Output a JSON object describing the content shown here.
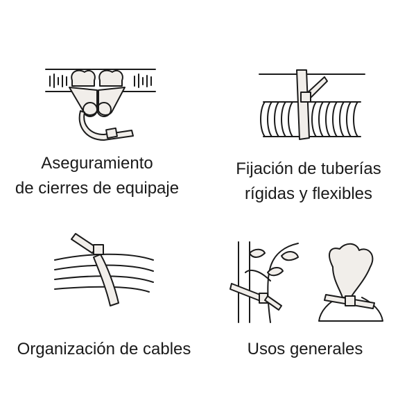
{
  "panels": [
    {
      "id": "luggage",
      "lines": [
        "Aseguramiento",
        "de cierres de equipaje"
      ],
      "icon": "luggage-zipper-tie-icon"
    },
    {
      "id": "pipes",
      "lines": [
        "Fijación de tuberías",
        "rígidas y flexibles"
      ],
      "icon": "pipe-tie-icon"
    },
    {
      "id": "cables",
      "lines": [
        "Organización de cables"
      ],
      "icon": "cable-bundle-tie-icon"
    },
    {
      "id": "general",
      "lines": [
        "Usos generales"
      ],
      "icon": "plant-and-bag-tie-icon"
    }
  ],
  "colors": {
    "ink": "#1a1a1a",
    "tie_fill": "#f1eeea",
    "background": "#ffffff"
  }
}
